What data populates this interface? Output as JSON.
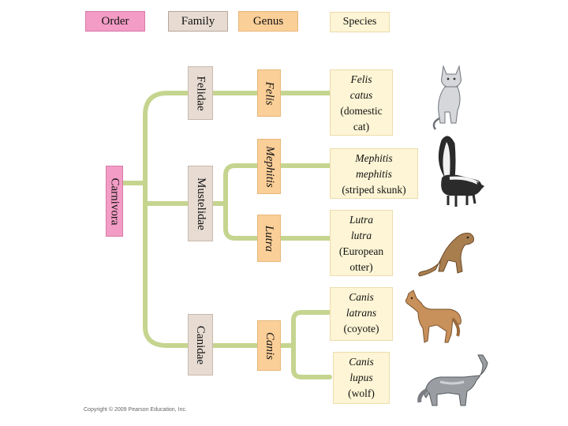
{
  "headers": {
    "order": "Order",
    "family": "Family",
    "genus": "Genus",
    "species": "Species"
  },
  "order": "Carnivora",
  "families": {
    "felidae": "Felidae",
    "mustelidae": "Mustelidae",
    "canidae": "Canidae"
  },
  "genera": {
    "felis": "Felis",
    "mephitis": "Mephitis",
    "lutra": "Lutra",
    "canis": "Canis"
  },
  "species": [
    {
      "name": "Felis catus",
      "common": "(domestic cat)",
      "line1": "Felis",
      "line2": "catus",
      "line3": "(domestic",
      "line4": "cat)"
    },
    {
      "name": "Mephitis mephitis",
      "common": "(striped skunk)",
      "line1": "Mephitis",
      "line2": "mephitis",
      "line3": "(striped skunk)"
    },
    {
      "name": "Lutra lutra",
      "common": "(European otter)",
      "line1": "Lutra",
      "line2": "lutra",
      "line3": "(European",
      "line4": "otter)"
    },
    {
      "name": "Canis latrans",
      "common": "(coyote)",
      "line1": "Canis",
      "line2": "latrans",
      "line3": "(coyote)"
    },
    {
      "name": "Canis lupus",
      "common": "(wolf)",
      "line1": "Canis",
      "line2": "lupus",
      "line3": "(wolf)"
    }
  ],
  "animals": [
    "cat-illustration",
    "skunk-illustration",
    "otter-illustration",
    "coyote-illustration",
    "wolf-illustration"
  ],
  "copyright": "Copyright © 2009 Pearson Education, Inc.",
  "colors": {
    "branch": "#c5d58f",
    "order": "#f39cc5",
    "family": "#e7dbd2",
    "genus": "#fbcf98",
    "species": "#fdf5d5"
  }
}
